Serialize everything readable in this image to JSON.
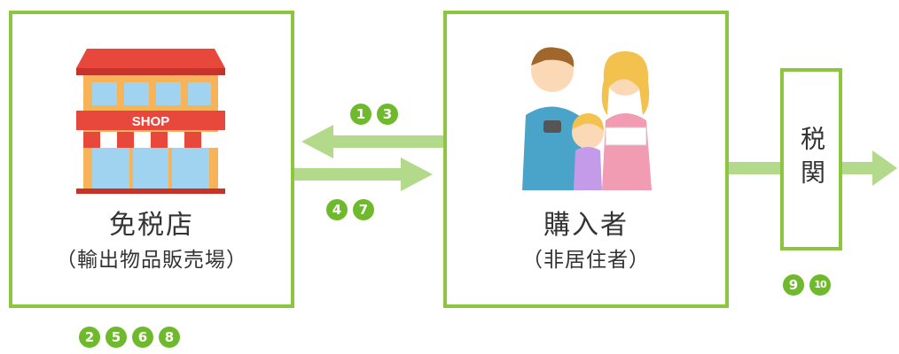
{
  "shop": {
    "title": "免税店",
    "subtitle": "（輸出物品販売場）",
    "sign_text": "SHOP",
    "badges": [
      "2",
      "5",
      "6",
      "8"
    ]
  },
  "buyer": {
    "title": "購入者",
    "subtitle": "（非居住者）"
  },
  "customs": {
    "label": "税関",
    "badges": [
      "9",
      "10"
    ]
  },
  "arrows": {
    "buyer_to_shop_badges": [
      "1",
      "3"
    ],
    "shop_to_buyer_badges": [
      "4",
      "7"
    ]
  },
  "colors": {
    "border_green": "#8cc63f",
    "arrow_green": "#b3d98a",
    "badge_green": "#6fba2c"
  }
}
